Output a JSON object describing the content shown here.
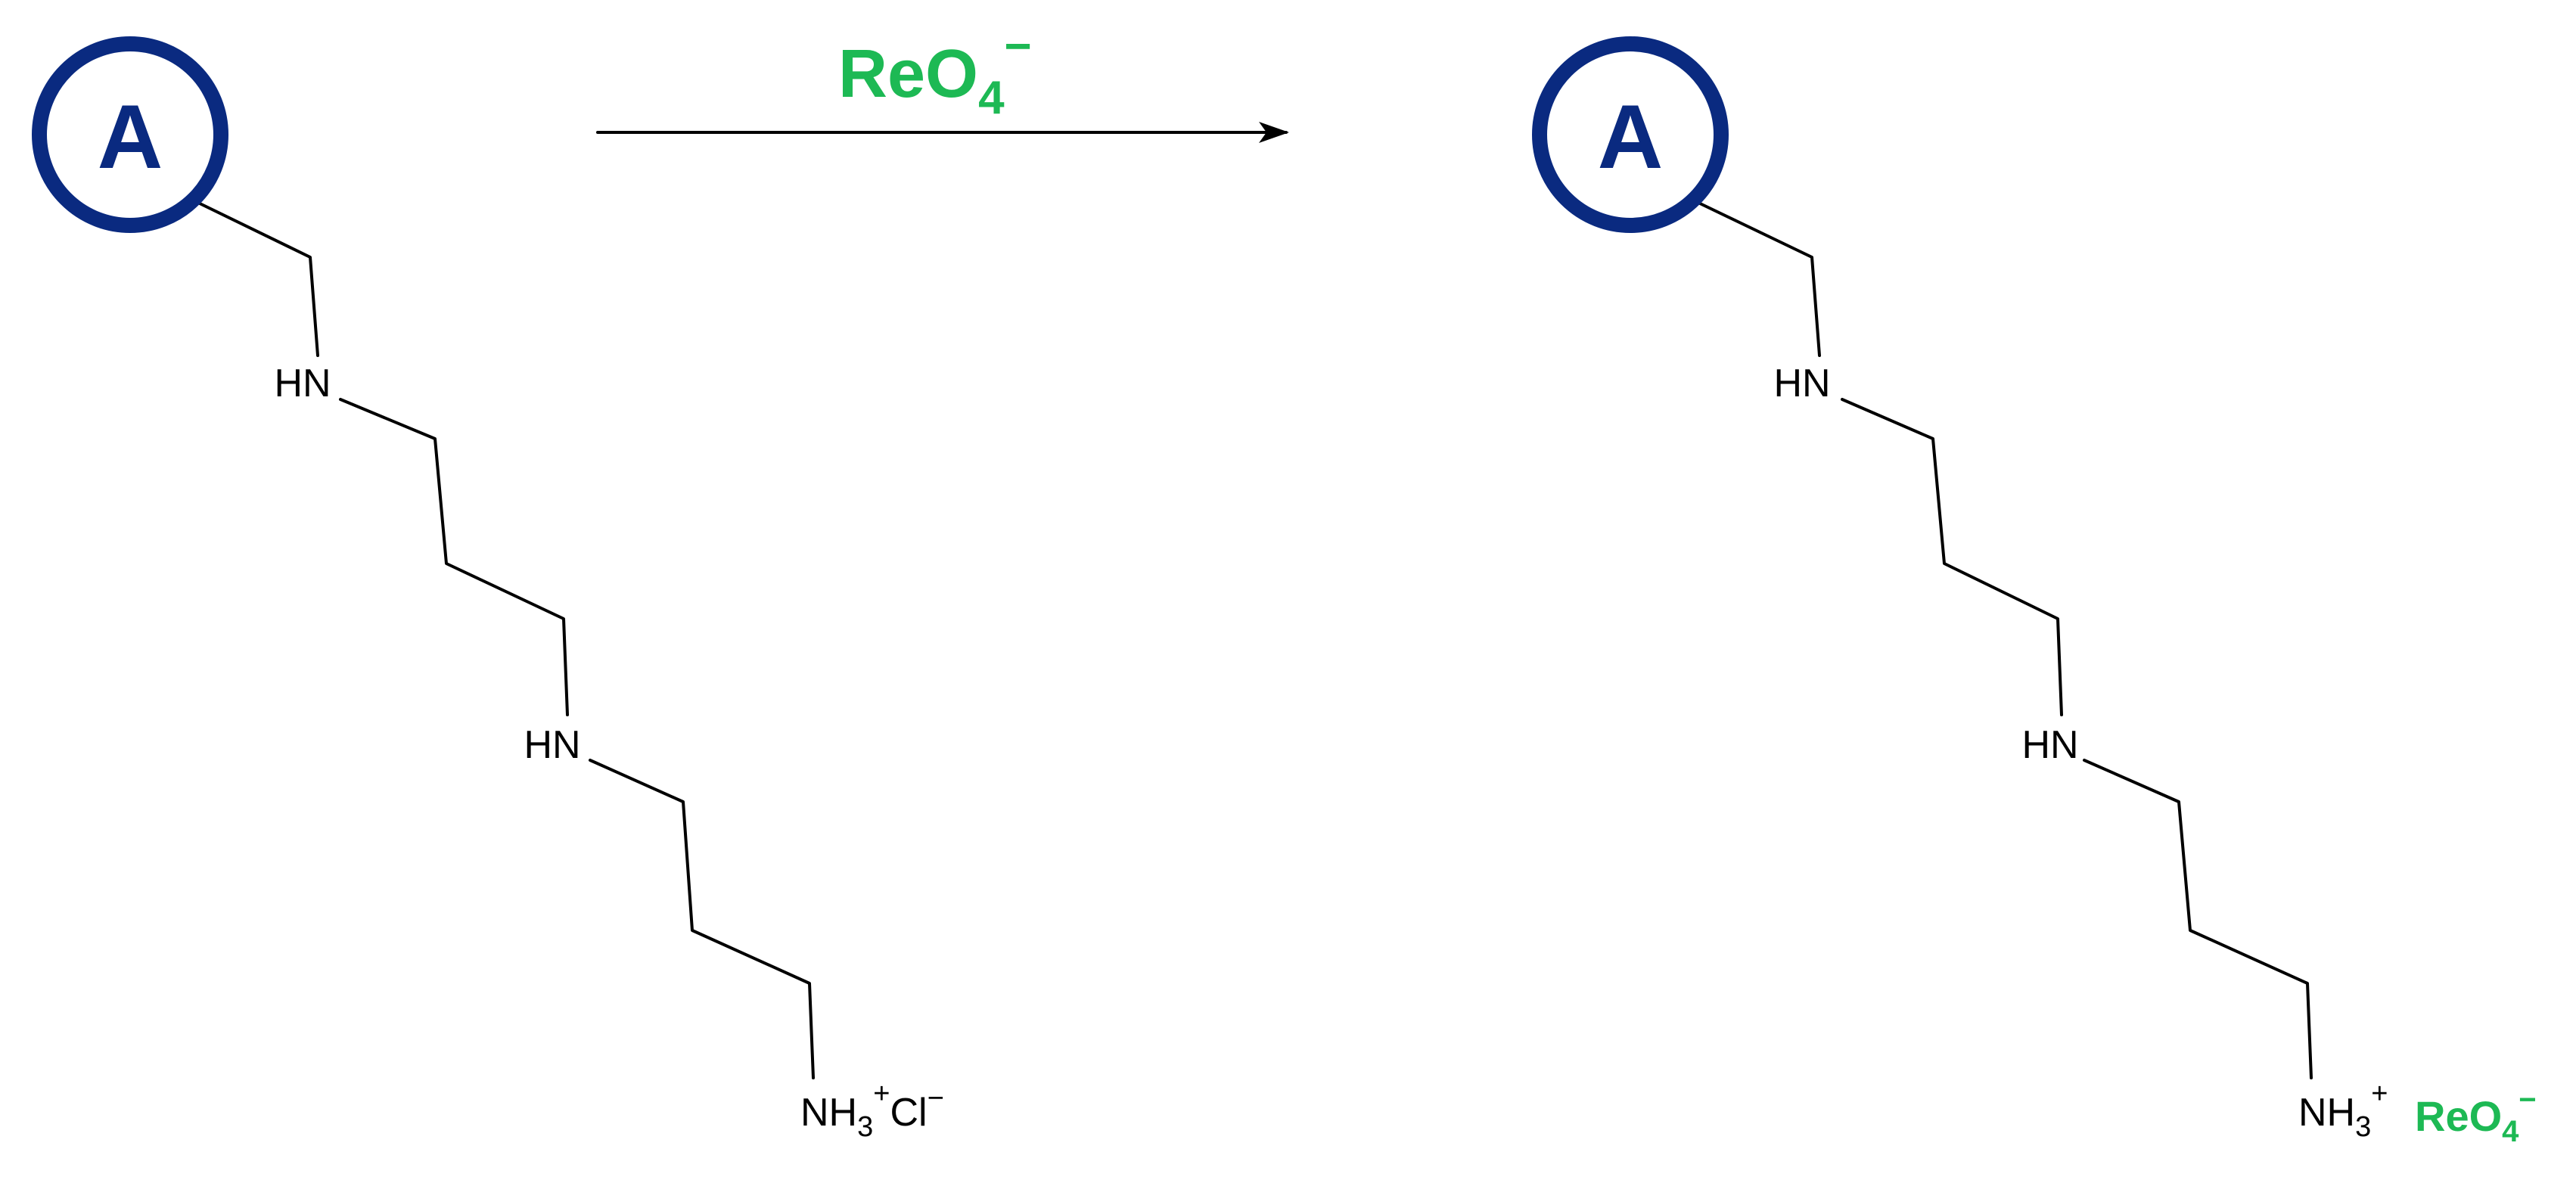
{
  "colors": {
    "resin": "#0a2a80",
    "reagent": "#1db954",
    "bond": "#000000"
  },
  "reactant": {
    "resin_label": "A",
    "amine_1": "HN",
    "amine_2": "HN",
    "terminal": {
      "base": "NH",
      "sub": "3",
      "sup": "+",
      "counter": "Cl",
      "counter_sup": "−"
    }
  },
  "reagent": {
    "base": "ReO",
    "sub": "4",
    "sup": "−"
  },
  "product": {
    "resin_label": "A",
    "amine_1": "HN",
    "amine_2": "HN",
    "terminal": {
      "base": "NH",
      "sub": "3",
      "sup": "+"
    },
    "counter_ion": {
      "base": "ReO",
      "sub": "4",
      "sup": "−"
    }
  }
}
